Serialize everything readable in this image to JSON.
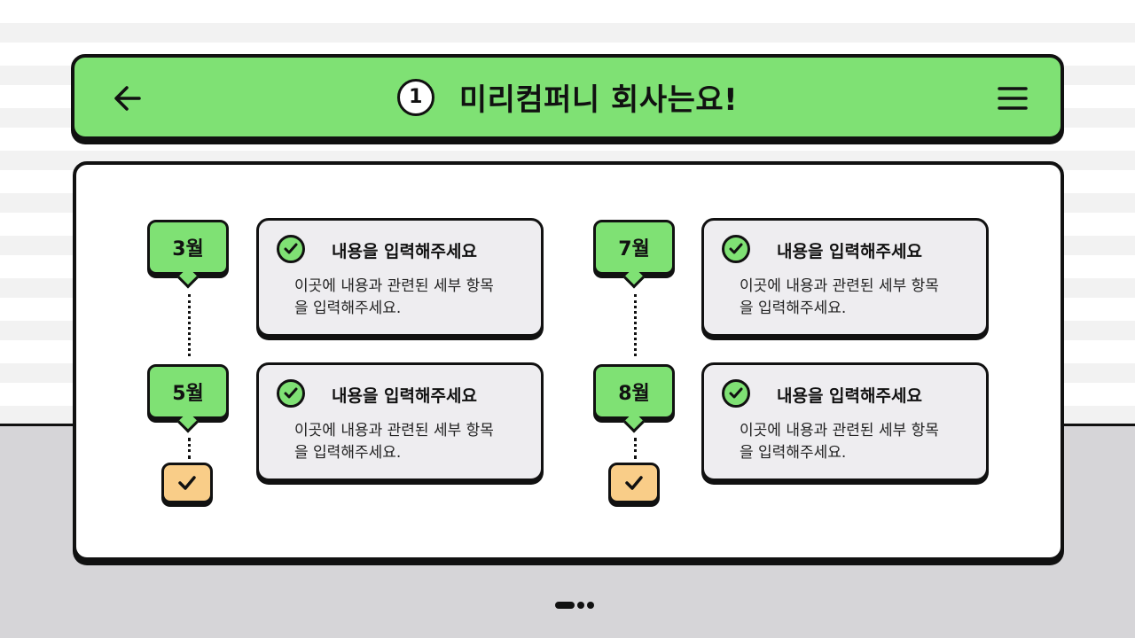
{
  "header": {
    "step_number": "1",
    "title": "미리컴퍼니 회사는요!",
    "back_icon": "arrow-left-icon",
    "menu_icon": "hamburger-menu-icon"
  },
  "timeline": [
    {
      "month": "3월",
      "card_title": "내용을 입력해주세요",
      "card_body_line1": "이곳에 내용과 관련된 세부 항목",
      "card_body_line2": "을 입력해주세요."
    },
    {
      "month": "5월",
      "card_title": "내용을 입력해주세요",
      "card_body_line1": "이곳에 내용과 관련된 세부 항목",
      "card_body_line2": "을 입력해주세요."
    },
    {
      "month": "7월",
      "card_title": "내용을 입력해주세요",
      "card_body_line1": "이곳에 내용과 관련된 세부 항목",
      "card_body_line2": "을 입력해주세요."
    },
    {
      "month": "8월",
      "card_title": "내용을 입력해주세요",
      "card_body_line1": "이곳에 내용과 관련된 세부 항목",
      "card_body_line2": "을 입력해주세요."
    }
  ],
  "pager": {
    "total": 3,
    "current": 1
  },
  "colors": {
    "accent_green": "#7fe174",
    "done_orange": "#f9cd88",
    "card_gray": "#eeedf0",
    "outline": "#111111"
  }
}
